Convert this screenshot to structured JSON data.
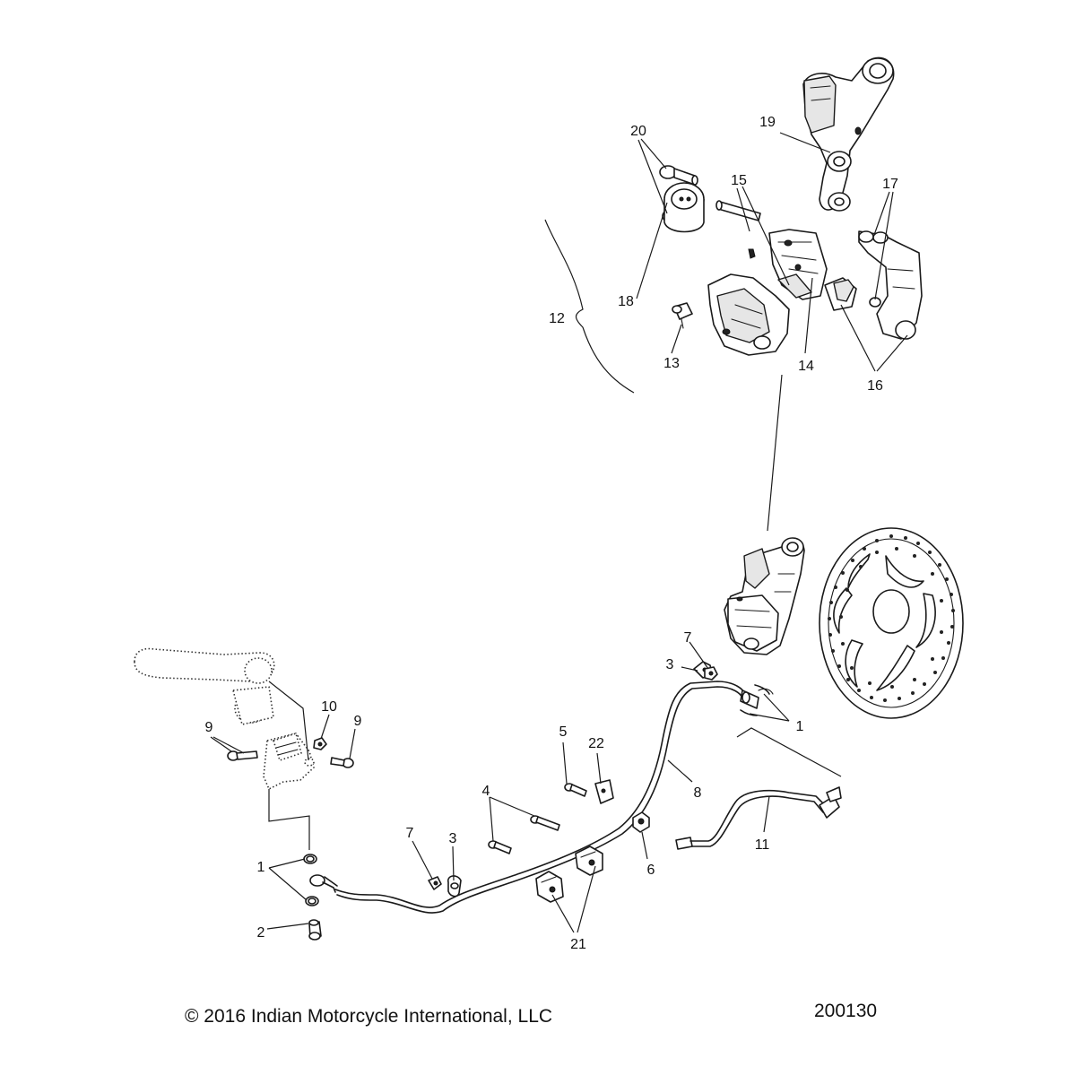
{
  "diagram": {
    "callouts": {
      "c1a": "1",
      "c1b": "1",
      "c2": "2",
      "c3a": "3",
      "c3b": "3",
      "c4": "4",
      "c5": "5",
      "c6": "6",
      "c7a": "7",
      "c7b": "7",
      "c8": "8",
      "c9a": "9",
      "c9b": "9",
      "c10": "10",
      "c11": "11",
      "c12": "12",
      "c13": "13",
      "c14": "14",
      "c15": "15",
      "c16": "16",
      "c17": "17",
      "c18": "18",
      "c19": "19",
      "c20": "20",
      "c21": "21",
      "c22": "22"
    }
  },
  "footer": {
    "copyright": "© 2016 Indian Motorcycle International, LLC",
    "drawing_number": "200130"
  }
}
